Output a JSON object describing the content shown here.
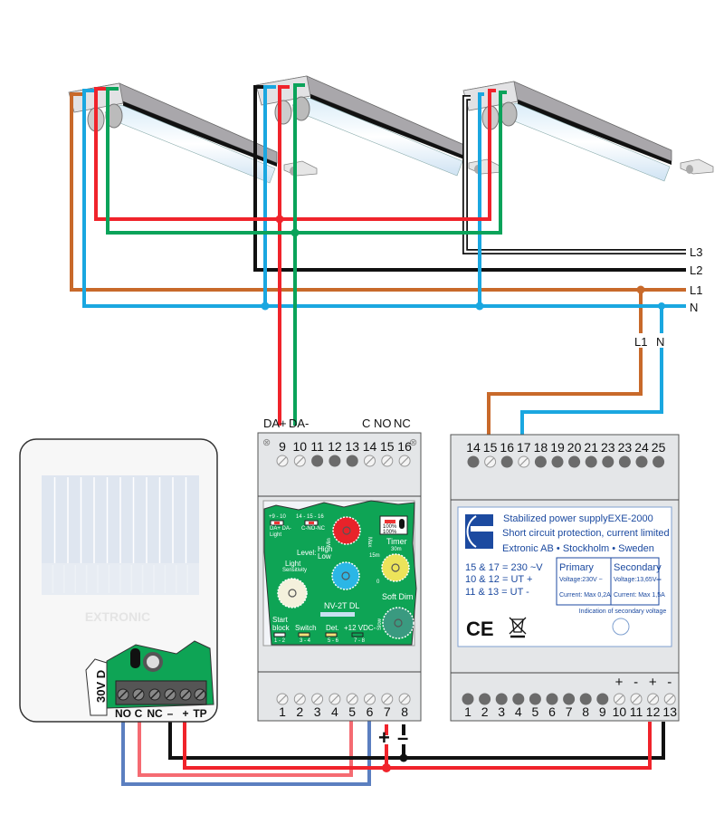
{
  "colors": {
    "l1": "#c8692a",
    "l2": "#111111",
    "n": "#1aa7e0",
    "da_plus": "#f0232b",
    "da_minus": "#0aa35a",
    "supply_plus": "#f0232b",
    "supply_minus": "#111111",
    "relay_c": "#f56b72",
    "relay_no": "#5b7fc0",
    "board_green": "#0ea455",
    "plate_blue": "#1c4aa0"
  },
  "mains_labels": [
    "L3",
    "L2",
    "L1",
    "N"
  ],
  "psu_feed_labels": [
    "L1",
    "N"
  ],
  "controller": {
    "top_wire_labels": [
      "DA+",
      "DA-"
    ],
    "relay_labels": [
      "C",
      "NO",
      "NC"
    ],
    "top_terminals": [
      "9",
      "10",
      "11",
      "12",
      "13",
      "14",
      "15",
      "16"
    ],
    "top_blank_terminals": [
      "11",
      "12",
      "13"
    ],
    "bottom_terminals": [
      "1",
      "2",
      "3",
      "4",
      "5",
      "6",
      "7",
      "8"
    ],
    "supply_polarity": [
      "+",
      "–"
    ],
    "board": {
      "jumper1_title": "+9 - 10",
      "jumper1_sub": "DA+ DA-",
      "jumper1_label": "Light",
      "jumper2_title": "14 - 15 - 16",
      "jumper2_sub": "C-NO-NC",
      "switch_label_1": "100%",
      "switch_label_2": "100%",
      "timer": "Timer",
      "timer_30": "30m",
      "timer_15": "15m",
      "timer_0": "0",
      "level": "Level:",
      "high": "High",
      "low": "Low",
      "min": "Min",
      "max": "Max",
      "light": "Light",
      "sensitivity": "Sensitivity",
      "model": "NV-2T DL",
      "soft_dim": "Soft Dim",
      "slow": "Slow",
      "start": "Start",
      "block": "block",
      "switch": "Switch",
      "switch_pins": "3 - 4",
      "det": "Det.",
      "det_pins": "5 - 6",
      "vdc": "+12 VDC-",
      "start_pins": "1 - 2",
      "vdc_pins": "7 - 8"
    }
  },
  "psu": {
    "top_terminals": [
      "14",
      "15",
      "16",
      "17",
      "18",
      "19",
      "20",
      "21",
      "23",
      "23",
      "24",
      "25"
    ],
    "top_slotted_terminals": [
      "15",
      "17"
    ],
    "bottom_terminals": [
      "1",
      "2",
      "3",
      "4",
      "5",
      "6",
      "7",
      "8",
      "9",
      "10",
      "11",
      "12",
      "13"
    ],
    "bottom_polarity": [
      "+",
      "-",
      "+",
      "-"
    ],
    "title": "Stabilized power supplyEXE-2000",
    "subtitle": "Short circuit protection, current limited",
    "company": "Extronic AB •  Stockholm • Sweden",
    "terminal_notes": [
      "15 & 17 = 230 ~V",
      "10 & 12 = UT +",
      "11 & 13 = UT -"
    ],
    "primary": {
      "title": "Primary",
      "voltage": "Voltage:230V ~",
      "current": "Current: Max 0,2A"
    },
    "secondary": {
      "title": "Secondary",
      "voltage": "Voltage:13,65V═",
      "current": "Current: Max 1,5A"
    },
    "indicator_label": "Indication of secondary voltage",
    "ce_mark": "CE"
  },
  "sensor": {
    "brand": "EXTRONIC",
    "rating": "30V D",
    "terminals": [
      "NO",
      "C",
      "NC",
      "–",
      "+",
      "TP"
    ]
  }
}
